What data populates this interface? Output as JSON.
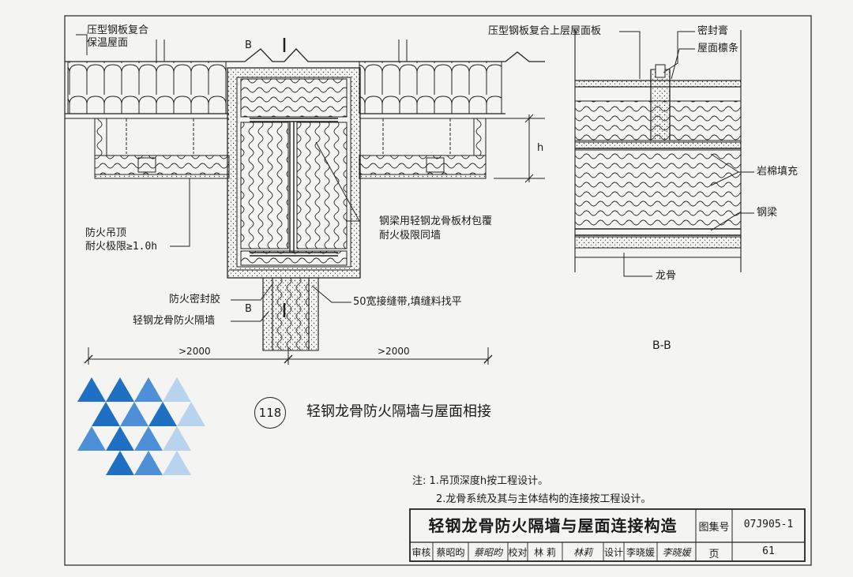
{
  "left_detail": {
    "labels": {
      "roof": [
        "压型钢板复合",
        "保温屋面"
      ],
      "section_mark": "B",
      "ceiling": [
        "防火吊顶",
        "耐火极限≥1.0h"
      ],
      "beam_cladding": [
        "钢梁用轻钢龙骨板材包覆",
        "耐火极限同墙"
      ],
      "sealant": "防火密封胶",
      "wall": "轻钢龙骨防火隔墙",
      "joint_tape": "50宽接缝带,填缝料找平",
      "depth": "h",
      "dim_left": ">2000",
      "dim_right": ">2000"
    }
  },
  "section_bb": {
    "labels": {
      "top_panel": "压型钢板复合上层屋面板",
      "sealant": "密封膏",
      "purlin": "屋面檩条",
      "rock_wool": "岩棉填充",
      "steel_beam": "钢梁",
      "keel": "龙骨",
      "caption": "B-B"
    }
  },
  "figure": {
    "number": "118",
    "title": "轻钢龙骨防火隔墙与屋面相接"
  },
  "notes": {
    "heading": "注:",
    "items": [
      "1.吊顶深度h按工程设计。",
      "2.龙骨系统及其与主体结构的连接按工程设计。"
    ]
  },
  "title_block": {
    "title": "轻钢龙骨防火隔墙与屋面连接构造",
    "atlas_label": "图集号",
    "atlas_no": "07J905-1",
    "review_label": "审核",
    "reviewer": "蔡昭昀",
    "reviewer_sig": "蔡昭昀",
    "check_label": "校对",
    "checker": "林 莉",
    "checker_sig": "林莉",
    "design_label": "设计",
    "designer": "李晓媛",
    "designer_sig": "李晓媛",
    "page_label": "页",
    "page_no": "61"
  },
  "colors": {
    "ink": "#1a1a1a",
    "paper": "#f4f4f2",
    "logo_dark": "#1f6fc2",
    "logo_mid": "#4d90d8",
    "logo_light": "#b7d3ee"
  }
}
